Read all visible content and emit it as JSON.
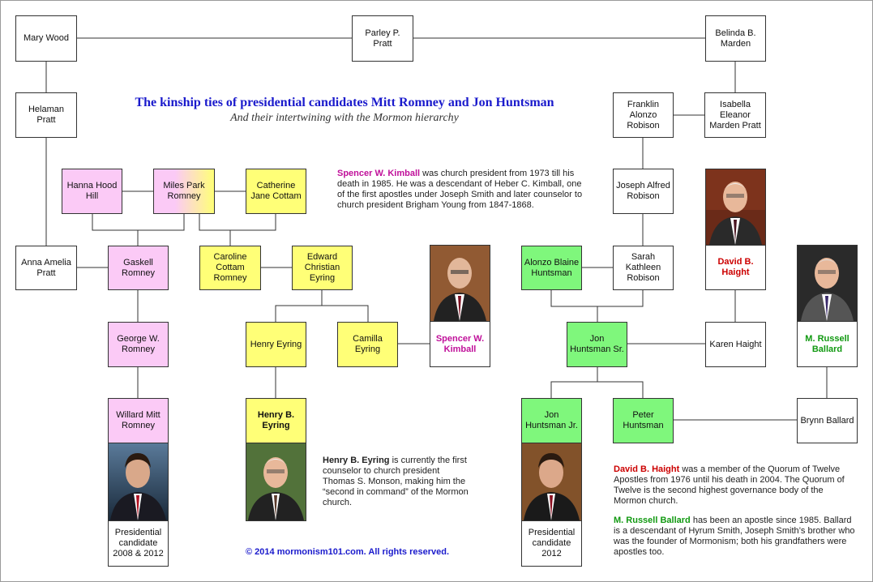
{
  "title": "The kinship ties of presidential candidates Mitt Romney and Jon Huntsman",
  "subtitle": "And their intertwining with the Mormon hierarchy",
  "people": {
    "mary_wood": "Mary Wood",
    "parley_pratt": "Parley P.\nPratt",
    "belinda_marden": "Belinda B.\nMarden",
    "helaman_pratt": "Helaman Pratt",
    "franklin_robison": "Franklin\nAlonzo\nRobison",
    "isabella_pratt": "Isabella\nEleanor\nMarden Pratt",
    "hanna_hill": "Hanna Hood\nHill",
    "miles_romney": "Miles Park\nRomney",
    "catherine_cottam": "Catherine\nJane Cottam",
    "joseph_robison": "Joseph Alfred\nRobison",
    "anna_pratt": "Anna Amelia\nPratt",
    "gaskell_romney": "Gaskell\nRomney",
    "caroline_romney": "Caroline\nCottam\nRomney",
    "edward_eyring": "Edward\nChristian\nEyring",
    "alonzo_huntsman": "Alonzo Blaine\nHuntsman",
    "sarah_robison": "Sarah\nKathleen\nRobison",
    "george_romney": "George W.\nRomney",
    "henry_eyring": "Henry Eyring",
    "camilla_eyring": "Camilla Eyring",
    "spencer_kimball": "Spencer W.\nKimball",
    "jon_huntsman_sr": "Jon\nHuntsman Sr.",
    "karen_haight": "Karen Haight",
    "david_haight": "David B.\nHaight",
    "russell_ballard": "M. Russell\nBallard",
    "willard_romney": "Willard Mitt\nRomney",
    "henry_b_eyring": "Henry B.\nEyring",
    "jon_huntsman_jr": "Jon\nHuntsman Jr.",
    "peter_huntsman": "Peter\nHuntsman",
    "brynn_ballard": "Brynn Ballard",
    "romney_caption": "Presidential\ncandidate\n2008 & 2012",
    "huntsman_caption": "Presidential\ncandidate\n2012"
  },
  "notes": {
    "kimball_name": "Spencer W. Kimball",
    "kimball_text": " was church president from 1973 till his death in 1985.  He was a descendant of Heber C. Kimball, one of the first apostles under Joseph Smith and later counselor to church president Brigham Young from 1847-1868.",
    "eyring_name": "Henry B. Eyring",
    "eyring_text": " is currently the first counselor to church president Thomas S. Monson, making him the “second in command” of the Mormon church.",
    "haight_name": "David B. Haight",
    "haight_text": " was a member of the Quorum of Twelve Apostles from 1976 until his death in 2004. The Quorum of Twelve is the second highest governance body of the Mormon church.",
    "ballard_name": "M. Russell Ballard",
    "ballard_text": " has been an apostle since 1985. Ballard is a descendant of Hyrum Smith, Joseph Smith’s brother who was the founder of Mormonism; both his grandfathers were apostles too."
  },
  "copyright": "© 2014 mormonism101.com. All rights reserved.",
  "colors": {
    "romney": "#fbcaf6",
    "eyring": "#ffff77",
    "huntsman": "#7ff77c",
    "title": "#1a1acc",
    "kimball": "#c0109a",
    "haight": "#cc0000",
    "ballard": "#119911"
  }
}
